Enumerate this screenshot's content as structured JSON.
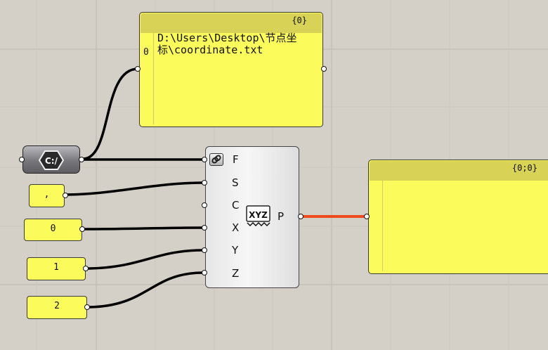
{
  "panel_top": {
    "path": "{0}",
    "index": "0",
    "text": "D:\\Users\\Desktop\\节点坐标\\coordinate.txt"
  },
  "panel_right": {
    "path": "{0;0}"
  },
  "file_component": {
    "icon": "file-path-icon",
    "label": "C:/"
  },
  "number_inputs": [
    {
      "label": ","
    },
    {
      "label": "0"
    },
    {
      "label": "1"
    },
    {
      "label": "2"
    }
  ],
  "component": {
    "icon": "construct-point-xyz-icon",
    "icon_text": "XYZ",
    "inputs": [
      "F",
      "S",
      "C",
      "X",
      "Y",
      "Z"
    ],
    "output": "P"
  },
  "colors": {
    "canvas": "#d4d0c8",
    "panel": "#fbfb5c",
    "wire_selected": "#f04a1c",
    "wire": "#000000"
  }
}
